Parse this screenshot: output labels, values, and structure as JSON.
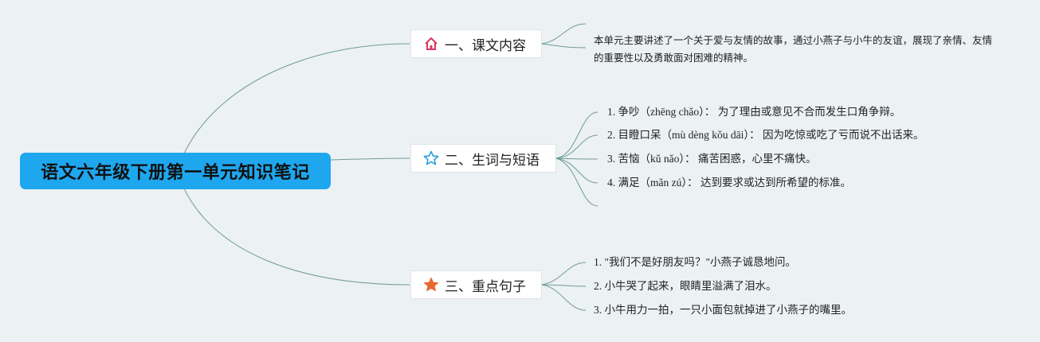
{
  "root": {
    "title": "语文六年级下册第一单元知识笔记",
    "color": "#1ea7ef"
  },
  "branches": [
    {
      "id": "lesson-content",
      "label": "一、课文内容",
      "icon": "house-icon",
      "icon_color": "#d9375e",
      "items": [
        "本单元主要讲述了一个关于爱与友情的故事，通过小燕子与小牛的友谊，展现了亲情、友情的重要性以及勇敢面对困难的精神。"
      ]
    },
    {
      "id": "vocabulary",
      "label": "二、生词与短语",
      "icon": "star-outline-icon",
      "icon_color": "#2c9fd9",
      "items": [
        "1. 争吵（zhēng chǎo）： 为了理由或意见不合而发生口角争辩。",
        "2. 目瞪口呆（mù dèng kǒu dāi）： 因为吃惊或吃了亏而说不出话来。",
        "3. 苦恼（kǔ nǎo）： 痛苦困惑，心里不痛快。",
        "4. 满足（mǎn zú）： 达到要求或达到所希望的标准。"
      ]
    },
    {
      "id": "key-sentences",
      "label": "三、重点句子",
      "icon": "star-filled-icon",
      "icon_color": "#e8692e",
      "items": [
        "1. \"我们不是好朋友吗？\"小燕子诚恳地问。",
        "2. 小牛哭了起来，眼睛里溢满了泪水。",
        "3. 小牛用力一拍，一只小面包就掉进了小燕子的嘴里。"
      ]
    }
  ]
}
